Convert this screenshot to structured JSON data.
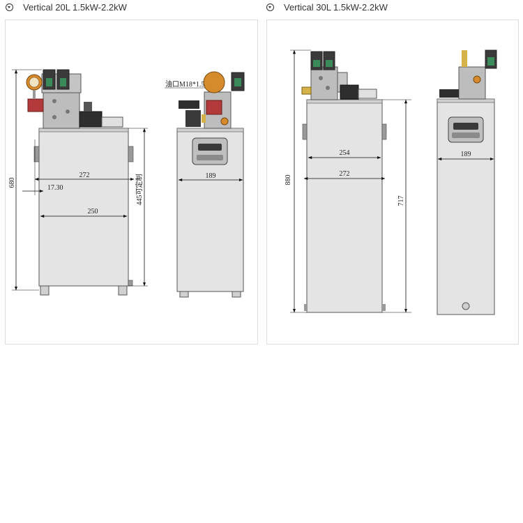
{
  "panels": [
    {
      "title": "Vertical 20L 1.5kW-2.2kW",
      "front": {
        "width_top": "272",
        "offset": "17.30",
        "width_base": "250",
        "height_total": "680",
        "height_tank": "445可定制",
        "oil_port": "油口M18*1.5"
      },
      "side": {
        "depth": "189"
      }
    },
    {
      "title": "Vertical 30L 1.5kW-2.2kW",
      "front": {
        "width_inner": "254",
        "width_top": "272",
        "height_total": "880",
        "height_tank": "717"
      },
      "side": {
        "depth": "189"
      }
    }
  ],
  "colors": {
    "tank": "#e4e4e4",
    "block": "#b9b9b9",
    "valve_red": "#b23a3a",
    "gauge": "#d58a2c",
    "motor_dark": "#2e2e2e",
    "coil_green": "#3b8a5a"
  }
}
